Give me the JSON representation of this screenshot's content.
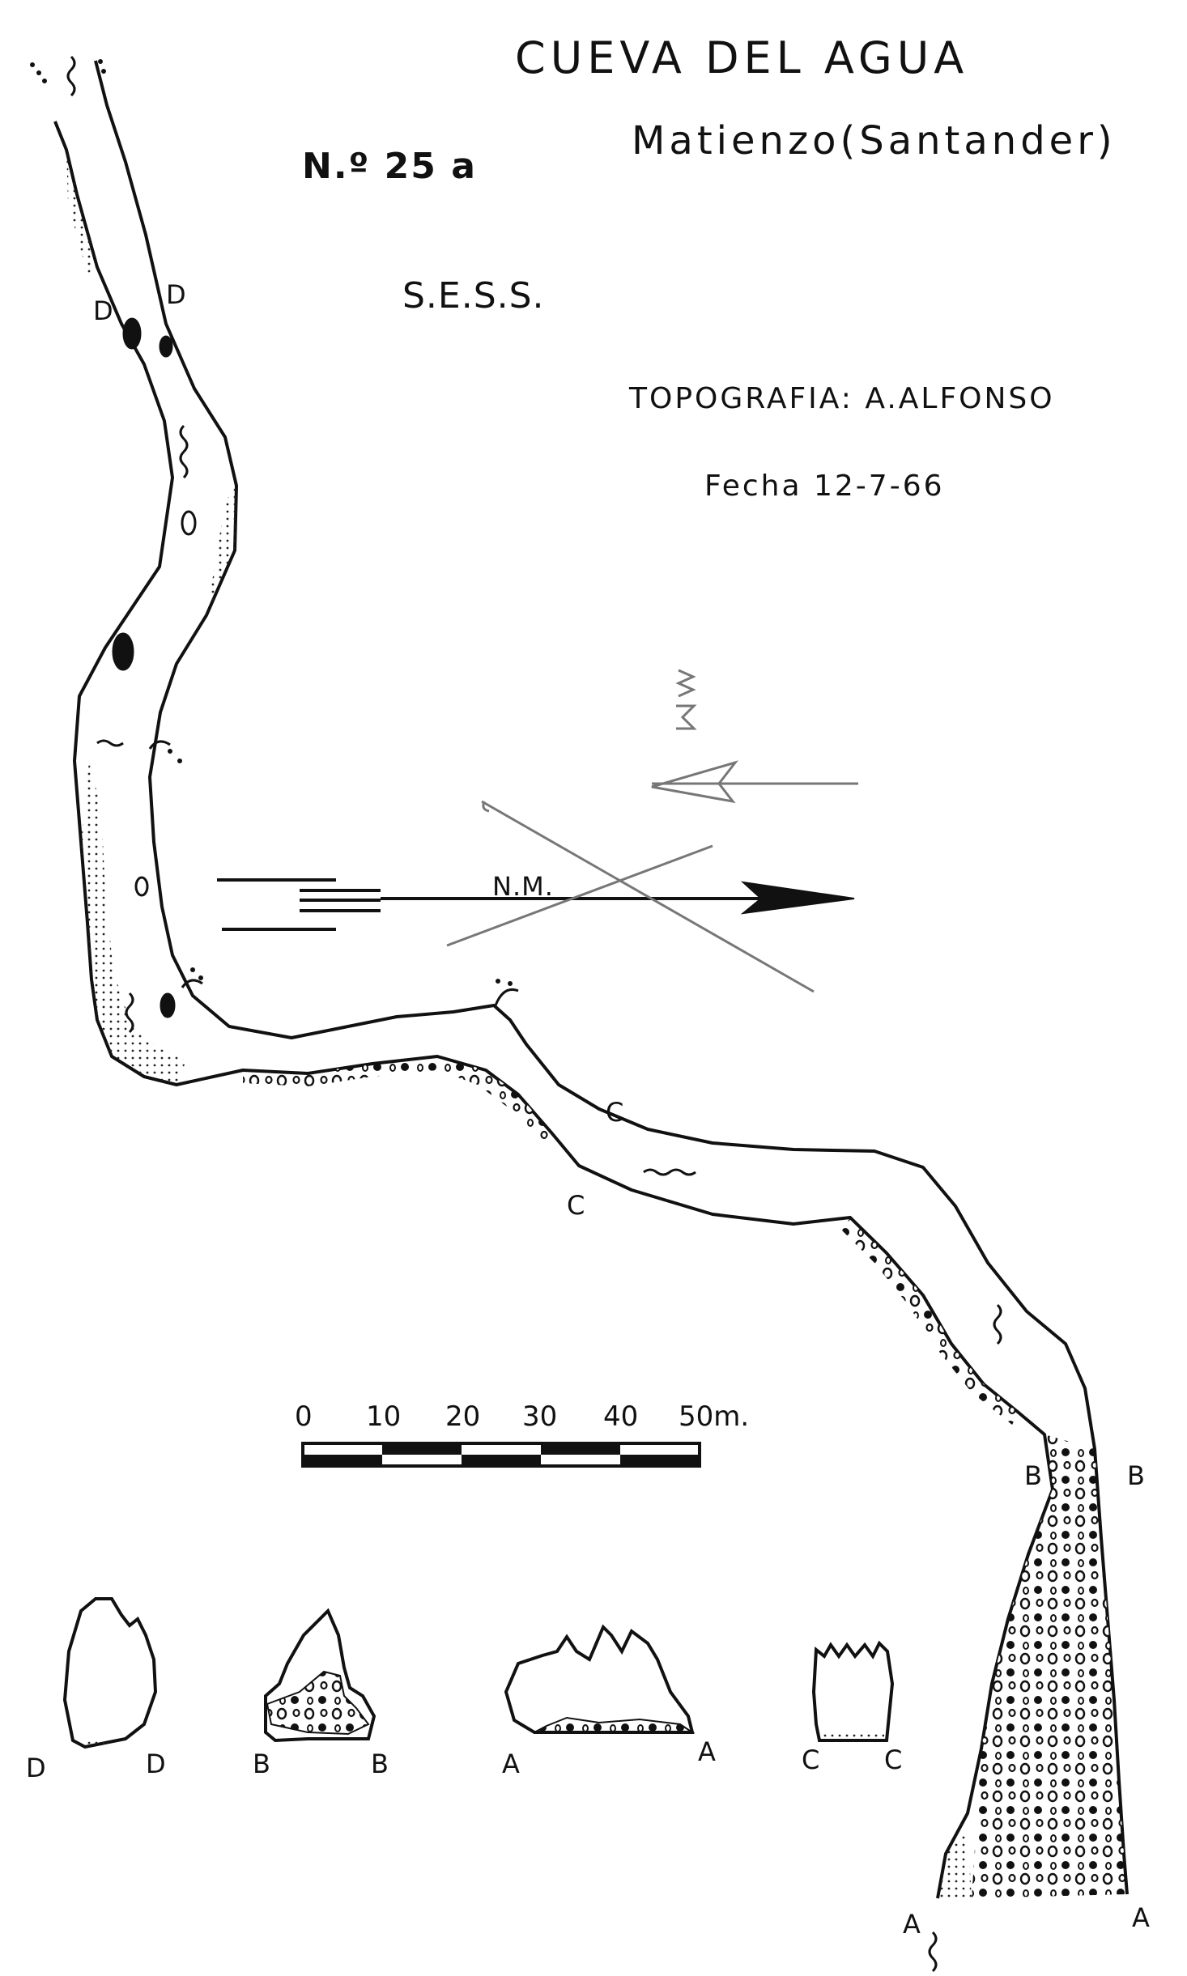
{
  "header": {
    "title": "CUEVA DEL AGUA",
    "location": "Matienzo(Santander)",
    "number": "N.º 25 a",
    "organisation": "S.E.S.S.",
    "survey_credit": "TOPOGRAFIA: A.ALFONSO",
    "date": "Fecha 12-7-66"
  },
  "north_arrow": {
    "label": "N.M."
  },
  "scale_bar": {
    "ticks": [
      "0",
      "10",
      "20",
      "30",
      "40",
      "50m."
    ]
  },
  "section_marks": {
    "d_left": "D",
    "d_right": "D",
    "c_upper": "C",
    "c_lower": "C",
    "b_left": "B",
    "b_right": "B",
    "a_left": "A",
    "a_right": "A"
  },
  "cross_sections": [
    {
      "left": "D",
      "right": "D"
    },
    {
      "left": "B",
      "right": "B"
    },
    {
      "left": "A",
      "right": "A"
    },
    {
      "left": "C",
      "right": "C"
    }
  ]
}
